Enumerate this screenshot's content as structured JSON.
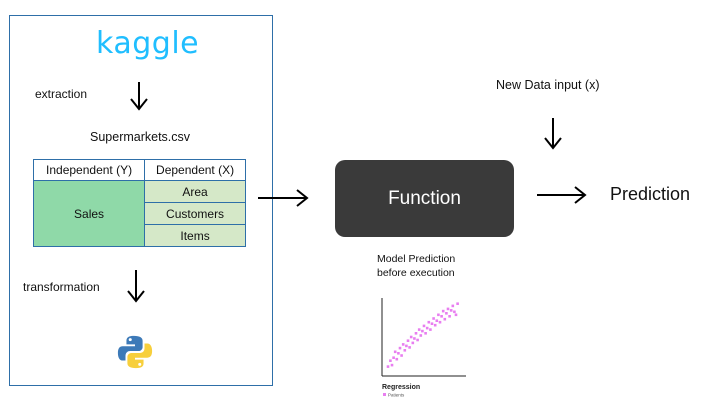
{
  "logo_text": "kaggle",
  "steps": {
    "extraction": "extraction",
    "csv": "Supermarkets.csv",
    "transformation": "transformation",
    "new_data": "New Data input (x)",
    "prediction": "Prediction",
    "model_prediction": [
      "Model Prediction",
      "before execution"
    ]
  },
  "table": {
    "headers": [
      "Independent (Y)",
      "Dependent (X)"
    ],
    "independent": "Sales",
    "dependent": [
      "Area",
      "Customers",
      "Items"
    ]
  },
  "function_label": "Function",
  "mini_chart": {
    "title": "Regression",
    "legend": "Patients"
  },
  "chart_data": {
    "type": "scatter",
    "title": "Regression",
    "xlabel": "",
    "ylabel": "",
    "series": [
      {
        "name": "Patients",
        "x": [
          0.05,
          0.08,
          0.1,
          0.12,
          0.14,
          0.16,
          0.18,
          0.2,
          0.22,
          0.24,
          0.26,
          0.28,
          0.3,
          0.32,
          0.34,
          0.36,
          0.38,
          0.4,
          0.42,
          0.44,
          0.46,
          0.48,
          0.5,
          0.52,
          0.54,
          0.56,
          0.58,
          0.6,
          0.62,
          0.64,
          0.66,
          0.68,
          0.7,
          0.72,
          0.74,
          0.76,
          0.78,
          0.8,
          0.82,
          0.84,
          0.86,
          0.88,
          0.9,
          0.92
        ],
        "y": [
          0.1,
          0.18,
          0.12,
          0.22,
          0.3,
          0.2,
          0.28,
          0.35,
          0.25,
          0.4,
          0.32,
          0.38,
          0.45,
          0.36,
          0.5,
          0.42,
          0.48,
          0.55,
          0.46,
          0.6,
          0.52,
          0.58,
          0.65,
          0.55,
          0.62,
          0.7,
          0.6,
          0.68,
          0.75,
          0.66,
          0.72,
          0.8,
          0.7,
          0.78,
          0.85,
          0.74,
          0.82,
          0.88,
          0.78,
          0.86,
          0.92,
          0.84,
          0.8,
          0.95
        ]
      }
    ],
    "xlim": [
      0,
      1
    ],
    "ylim": [
      0,
      1
    ],
    "grid": false,
    "legend": "bottom-left"
  },
  "colors": {
    "panel_border": "#2e6fa8",
    "sales_fill": "#8fd9a8",
    "dependent_fill": "#d5e8c8",
    "function_fill": "#3a3a3a",
    "kaggle_blue": "#20beff",
    "scatter_pink": "#e87ef0"
  }
}
